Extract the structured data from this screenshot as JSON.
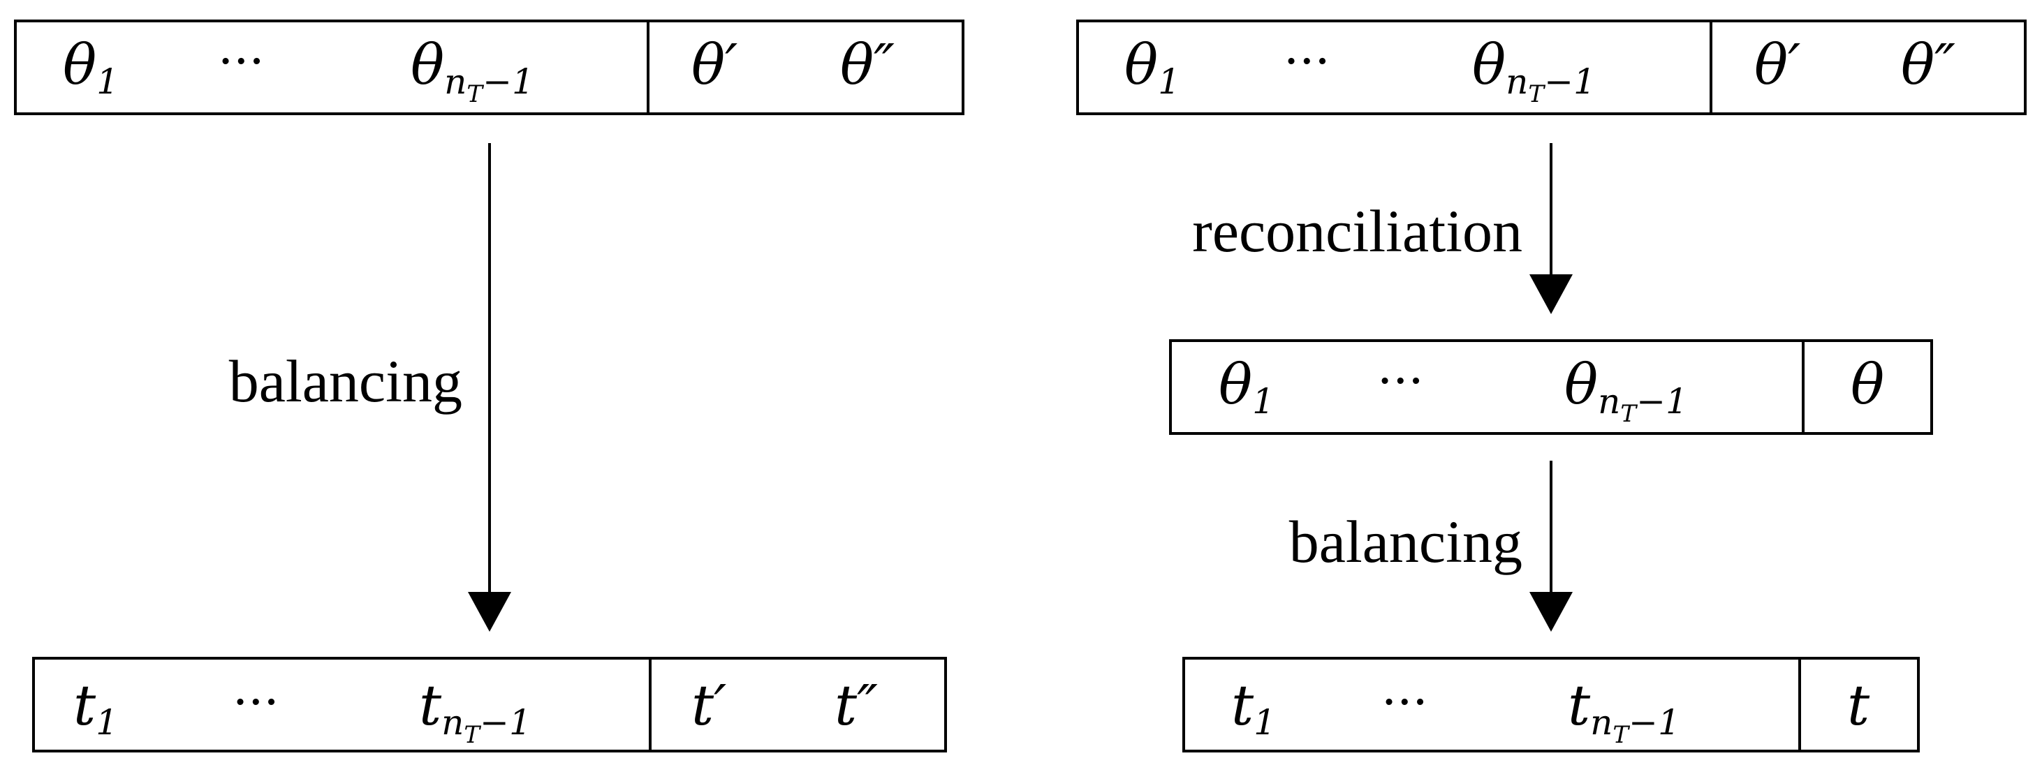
{
  "diagram": {
    "left": {
      "top_row": {
        "first": "θ",
        "first_sub": "1",
        "dots": "···",
        "last": "θ",
        "last_sub_n": "n",
        "last_sub_T": "T",
        "last_sub_tail": "−1",
        "extra1": "θ′",
        "extra2": "θ″"
      },
      "arrow_label": "balancing",
      "bottom_row": {
        "first": "t",
        "first_sub": "1",
        "dots": "···",
        "last": "t",
        "last_sub_n": "n",
        "last_sub_T": "T",
        "last_sub_tail": "−1",
        "extra1": "t′",
        "extra2": "t″"
      }
    },
    "right": {
      "top_row": {
        "first": "θ",
        "first_sub": "1",
        "dots": "···",
        "last": "θ",
        "last_sub_n": "n",
        "last_sub_T": "T",
        "last_sub_tail": "−1",
        "extra1": "θ′",
        "extra2": "θ″"
      },
      "arrow1_label": "reconciliation",
      "middle_row": {
        "first": "θ",
        "first_sub": "1",
        "dots": "···",
        "last": "θ",
        "last_sub_n": "n",
        "last_sub_T": "T",
        "last_sub_tail": "−1",
        "extra": "θ"
      },
      "arrow2_label": "balancing",
      "bottom_row": {
        "first": "t",
        "first_sub": "1",
        "dots": "···",
        "last": "t",
        "last_sub_n": "n",
        "last_sub_T": "T",
        "last_sub_tail": "−1",
        "extra": "t"
      }
    }
  }
}
